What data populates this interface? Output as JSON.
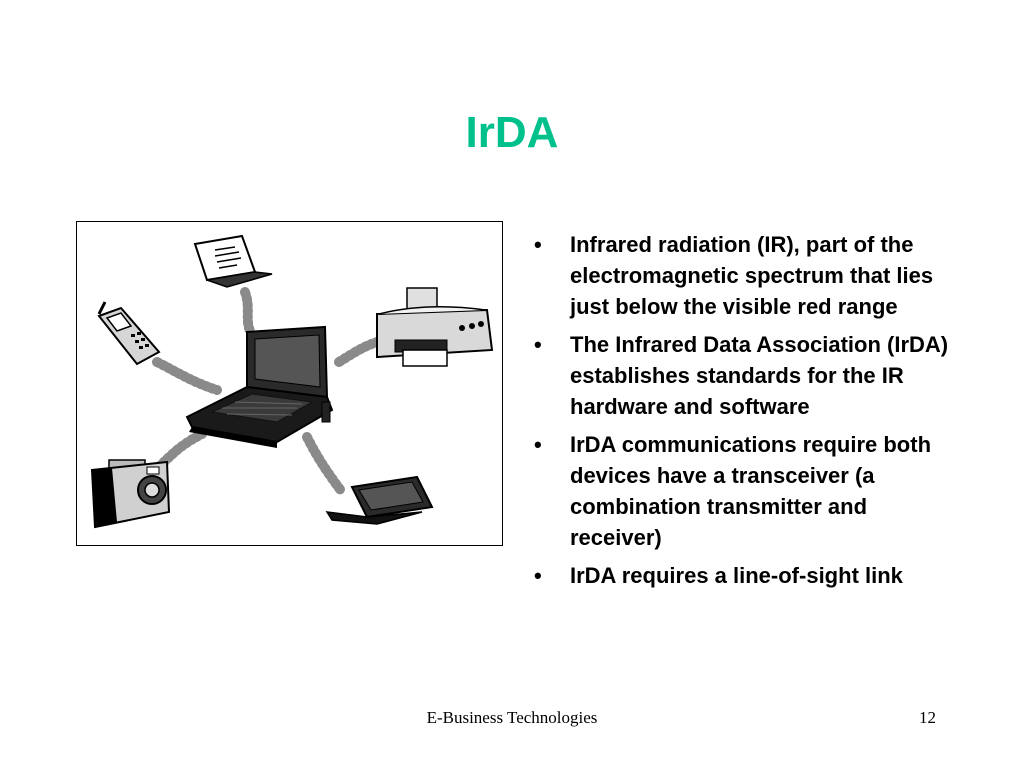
{
  "slide": {
    "title": "IrDA",
    "bullet_glyph": "•",
    "bullets": [
      "Infrared radiation (IR), part of the electromagnetic spectrum that lies just below the visible red range",
      "The Infrared Data Association (IrDA) establishes standards for the IR hardware and software",
      "IrDA communications require both devices have a transceiver (a combination transmitter and receiver)",
      "IrDA requires a line-of-sight link"
    ],
    "footer": {
      "center": "E-Business Technologies",
      "page_number": "12"
    },
    "colors": {
      "title": "#00c08b",
      "text": "#000000",
      "background": "#ffffff"
    },
    "illustration_icons": [
      "laptop-icon",
      "handheld-pda-icon",
      "cell-phone-icon",
      "printer-icon",
      "camera-icon",
      "mini-notebook-icon",
      "infrared-wave-icon"
    ]
  }
}
